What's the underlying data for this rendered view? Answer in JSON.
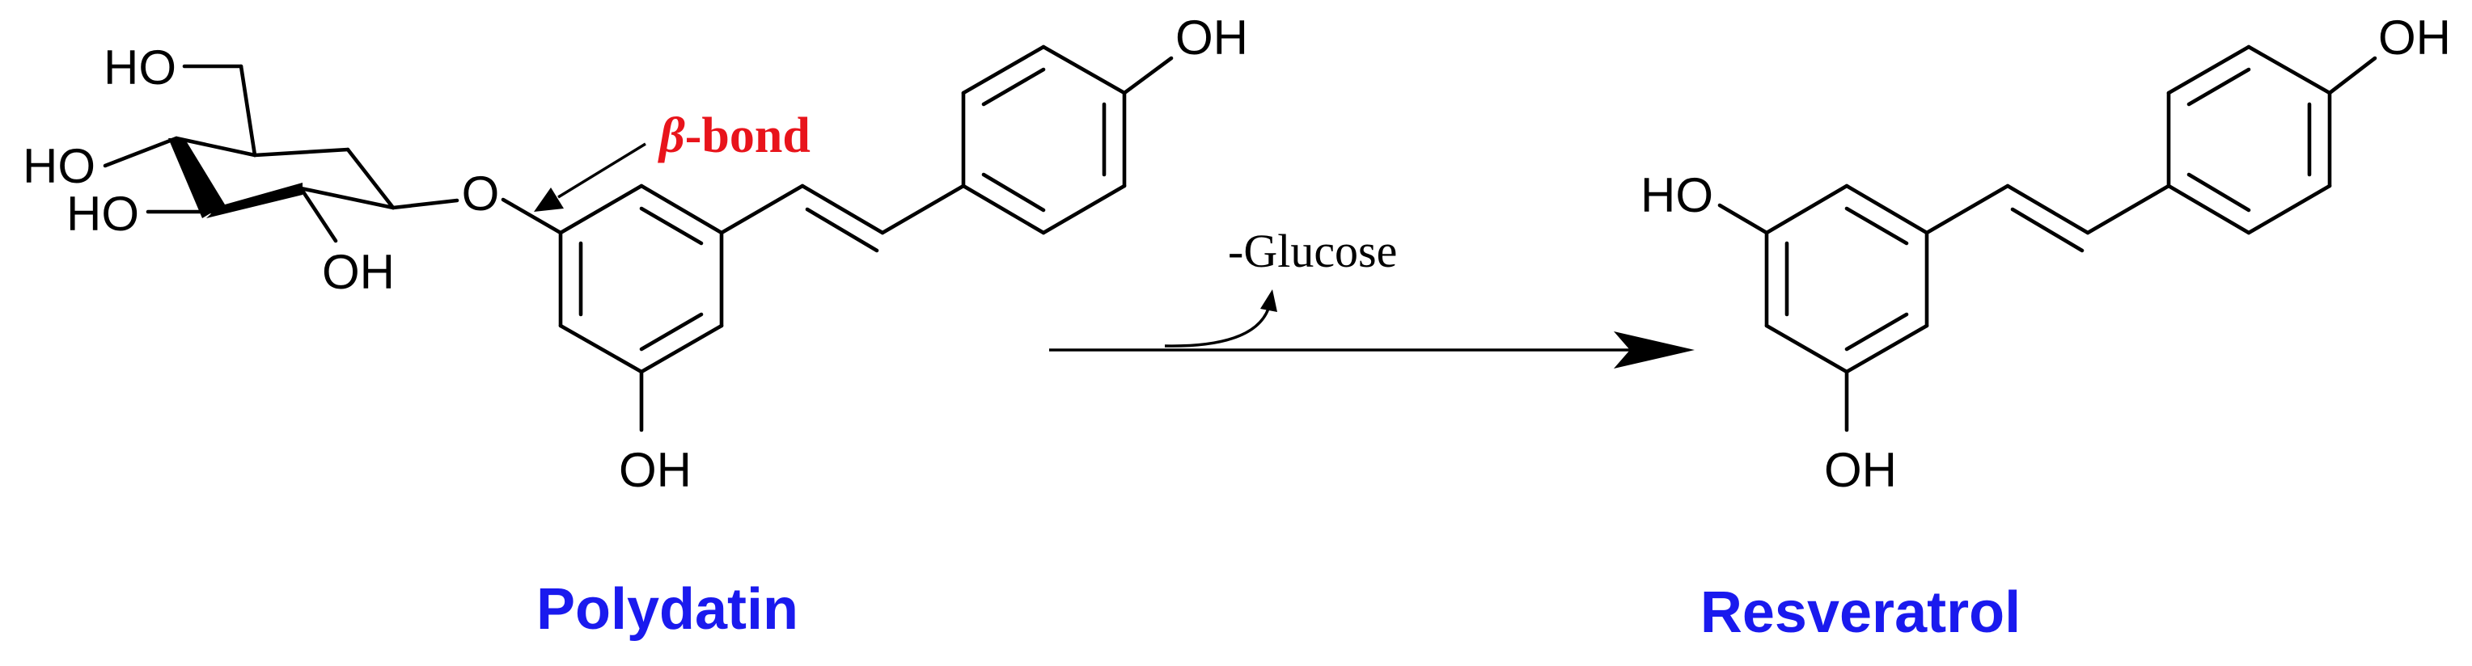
{
  "reaction": {
    "reactant": {
      "name": "Polydatin",
      "atom_labels": {
        "ch2oh": "HO",
        "oh_c4": "HO",
        "oh_c3": "HO",
        "oh_c2": "OH",
        "glycosidic_o": "O",
        "oh_aryl_bottom": "OH",
        "oh_aryl_para": "OH"
      }
    },
    "annotation": {
      "symbol": "β",
      "text": "-bond",
      "color": "#e8141b"
    },
    "arrow": {
      "byproduct": "-Glucose"
    },
    "product": {
      "name": "Resveratrol",
      "atom_labels": {
        "oh_ring_a_top": "HO",
        "oh_ring_a_bottom": "OH",
        "oh_ring_b_para": "OH"
      }
    },
    "name_color": "#1a1aee"
  }
}
